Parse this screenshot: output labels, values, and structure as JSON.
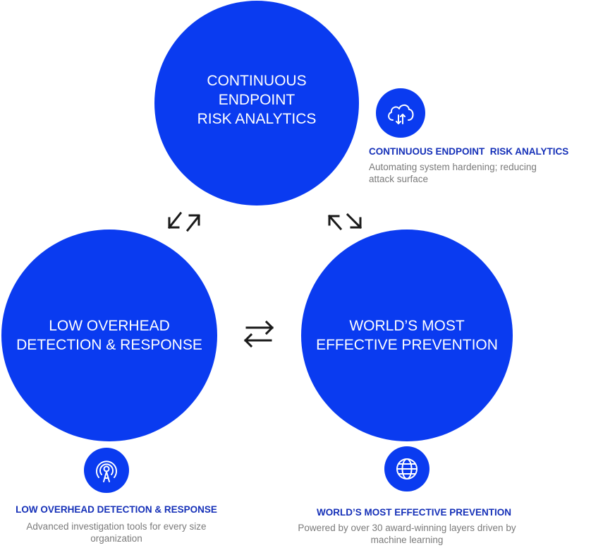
{
  "colors": {
    "primary_blue": "#0A3BF0",
    "title_blue": "#1530B8",
    "description_gray": "#7a7a7a",
    "arrow_dark": "#1a1a1a"
  },
  "nodes": {
    "top": {
      "label": "CONTINUOUS\nENDPOINT\nRISK ANALYTICS"
    },
    "bottom_left": {
      "label": "LOW OVERHEAD\nDETECTION & RESPONSE"
    },
    "bottom_right": {
      "label": "WORLD’S MOST\nEFFECTIVE PREVENTION"
    }
  },
  "features": {
    "risk_analytics": {
      "icon": "cloud-sync-icon",
      "title": "CONTINUOUS ENDPOINT  RISK ANALYTICS",
      "description": "Automating system hardening; reducing attack surface"
    },
    "detection_response": {
      "icon": "broadcast-tower-icon",
      "title": "LOW OVERHEAD DETECTION & RESPONSE",
      "description": "Advanced investigation tools for every size organization"
    },
    "prevention": {
      "icon": "globe-icon",
      "title": "WORLD’S MOST EFFECTIVE PREVENTION",
      "description": "Powered by over 30 award-winning layers driven by machine learning"
    }
  },
  "connectors": {
    "top_to_left": "bidirectional-diagonal-arrows-icon",
    "top_to_right": "bidirectional-diagonal-arrows-icon",
    "left_to_right": "bidirectional-horizontal-arrows-icon"
  }
}
